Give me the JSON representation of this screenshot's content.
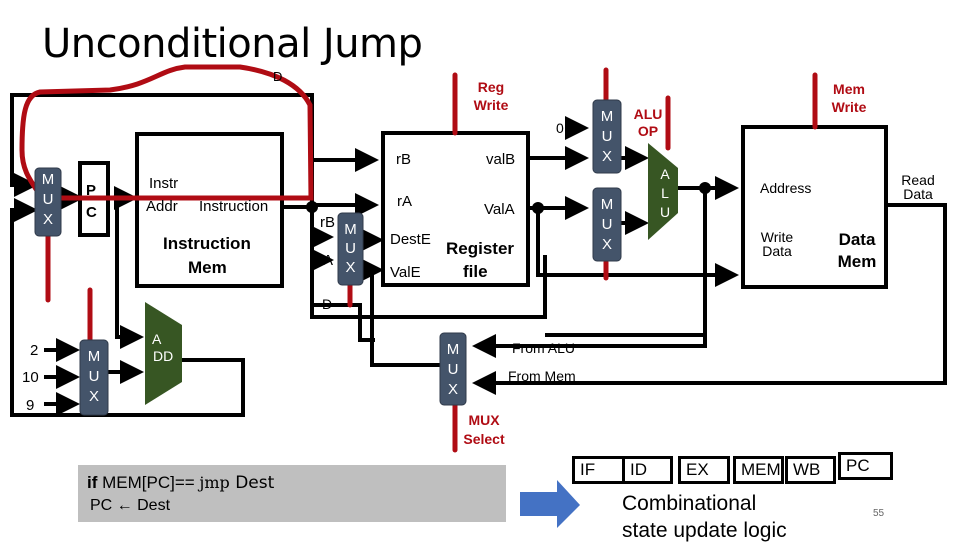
{
  "slide": {
    "title": "Unconditional Jump",
    "page_number": "55"
  },
  "colors": {
    "control_red": "#B00C14",
    "mux_fill": "#44546A",
    "alu_fill": "#375623",
    "code_box_bg": "#BFBFBF",
    "arrow_blue": "#4472C4"
  },
  "labels": {
    "top_d": "D",
    "pc": [
      "P",
      "C"
    ],
    "instr": "Instr",
    "addr": "Addr",
    "instruction": "Instruction",
    "instruction_mem": [
      "Instruction",
      "Mem"
    ],
    "rb_small": "rB",
    "ra_small": "rA",
    "d_small": "D",
    "rb": "rB",
    "ra": "rA",
    "deste": "DestE",
    "vale": "ValE",
    "valb": "valB",
    "vala": "ValA",
    "register_file": [
      "Register",
      "file"
    ],
    "reg_write": [
      "Reg",
      "Write"
    ],
    "zero": "0",
    "alu_op": [
      "ALU",
      "OP"
    ],
    "mem_write": [
      "Mem",
      "Write"
    ],
    "address": "Address",
    "write_data": [
      "Write",
      "Data"
    ],
    "data_mem": [
      "Data",
      "Mem"
    ],
    "read_data": [
      "Read",
      "Data"
    ],
    "from_alu": "From ALU",
    "from_mem": "From Mem",
    "mux_select": [
      "MUX",
      "Select"
    ],
    "const_2": "2",
    "const_10": "10",
    "const_9": "9",
    "add": [
      "A",
      "DD"
    ],
    "alu": [
      "A",
      "L",
      "U"
    ],
    "mux": [
      "M",
      "U",
      "X"
    ]
  },
  "code": {
    "line1_if": "if",
    "line1_mem": " MEM[PC]== ",
    "line1_jmp": "jmp",
    "line1_dest": " Dest",
    "line2": "PC ← Dest"
  },
  "pipeline": {
    "stages": [
      "IF",
      "ID",
      "EX",
      "MEM",
      "WB"
    ],
    "pc": "PC",
    "caption": [
      "Combinational",
      "state update logic"
    ]
  }
}
